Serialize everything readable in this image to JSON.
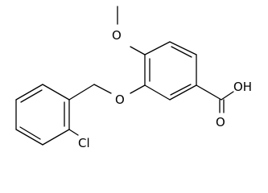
{
  "molecule": {
    "atoms": {
      "methoxy_o": "O",
      "ether_o": "O",
      "hydroxyl": "OH",
      "carbonyl_o": "O",
      "chlorine": "Cl"
    },
    "colors": {
      "ink": "#000000",
      "background": "#ffffff"
    }
  }
}
